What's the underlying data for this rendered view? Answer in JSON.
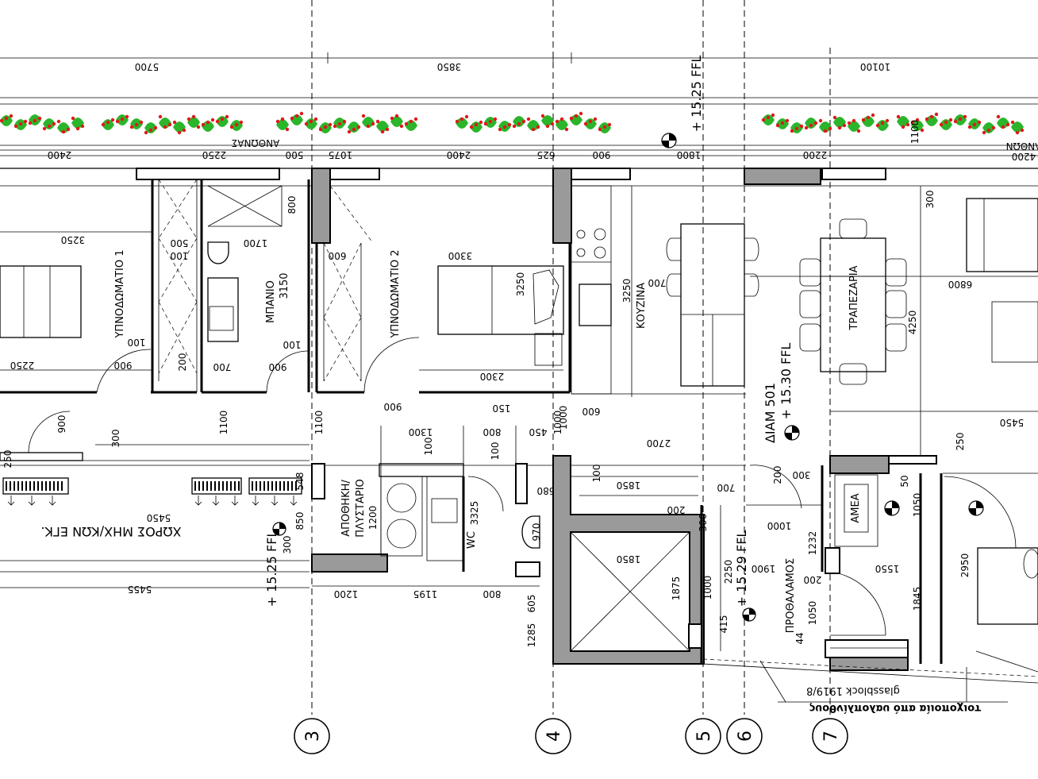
{
  "grid_labels": [
    "3",
    "4",
    "5",
    "6",
    "7"
  ],
  "levels": {
    "top": "+ 15.25 FFL",
    "mid": "+ 15.30 FFL",
    "lower": "+ 15.29 FFL",
    "left": "+ 15.25 FFL"
  },
  "rooms": {
    "bedroom1": "ΥΠΝΟΔΩΜΑΤΙΟ 1",
    "bathroom": "ΜΠΑΝΙΟ",
    "bathroom_dim": "3150",
    "bedroom2": "ΥΠΝΟΔΩΜΑΤΙΟ 2",
    "kitchen": "ΚΟΥΖΙΝΑ",
    "dining": "ΤΡΑΠΕΖΑΡΙΑ",
    "flat": "ΔΙΑΜ 501",
    "storage_a": "ΑΠΟΘΗΚΗ/",
    "storage_b": "ΠΛΥΣΤΑΡΙΟ",
    "wc": "WC",
    "hall": "ΠΡΟΘΑΛΑΜΟΣ",
    "planter": "ΑΝΘΩΝΑΣ",
    "planter_right": "ΑΝΘΩΝ",
    "ame": "ΑΜΕΑ",
    "mech": "ΧΩΡΟΣ ΜΗΧ/ΚΩΝ ΕΓΚ."
  },
  "notes": {
    "glass": "glassblock 1919/8",
    "greek_note": "τοιχοποιία από υαλοπλίνθους"
  },
  "dims": {
    "top1": "5700",
    "top2": "3850",
    "top3": "10100",
    "p1": "2400",
    "p2": "2250",
    "p3": "500",
    "p4": "1075",
    "p5": "2400",
    "p6": "625",
    "p7": "900",
    "p8": "1800",
    "p9": "2200",
    "p10": "4200",
    "p11": "1100",
    "v300": "300",
    "b1_w": "3250",
    "b1_d": "2250",
    "b1_door": "900",
    "b1_100": "100",
    "bath_800": "800",
    "bath_500": "500",
    "bath_100": "100",
    "bath_1700": "1700",
    "bath_700": "700",
    "bath_200": "200",
    "sh_100": "100",
    "sh_900": "900",
    "sh_600": "600",
    "b2_w": "3300",
    "b2_d": "3250",
    "b2_2300": "2300",
    "b2_150": "150",
    "k_3250": "3250",
    "k_600": "600",
    "k_2700": "2700",
    "k_1000": "1000",
    "k_700": "700",
    "d_4250": "4250",
    "d_6800": "6800",
    "d_5450": "5450",
    "c_1100": "1100",
    "c_1100b": "1100",
    "c_900": "900",
    "c_900b": "900",
    "c_300": "300",
    "c_1300": "1300",
    "c_800": "800",
    "c_100": "100",
    "c_100b": "100",
    "c_450": "450",
    "c_1000v": "1000",
    "l_5450": "5450",
    "l_250": "250",
    "l_5455": "5455",
    "l_548": "548",
    "l_850": "850",
    "l_300": "300",
    "s_1200v": "1200",
    "s_1200": "1200",
    "s_1195": "1195",
    "s_800": "800",
    "s_3325": "3325",
    "s_970": "970",
    "s_605": "605",
    "s_1285": "1285",
    "s_680": "680",
    "e_1850": "1850",
    "e_1875": "1875",
    "e_1850b": "1850",
    "e_200": "200",
    "h_300": "300",
    "h_700": "700",
    "h_200": "200",
    "h_1000": "1000",
    "h_1900": "1900",
    "h_2250": "2250",
    "h_1000v": "1000",
    "h_415": "415",
    "h_1232": "1232",
    "h_200b": "200",
    "h_1050": "1050",
    "h_44": "44",
    "h_300b": "300",
    "r_250": "250",
    "r_50": "50",
    "r_1050": "1050",
    "r_1550": "1550",
    "r_1845": "1845",
    "r_2950": "2950"
  }
}
